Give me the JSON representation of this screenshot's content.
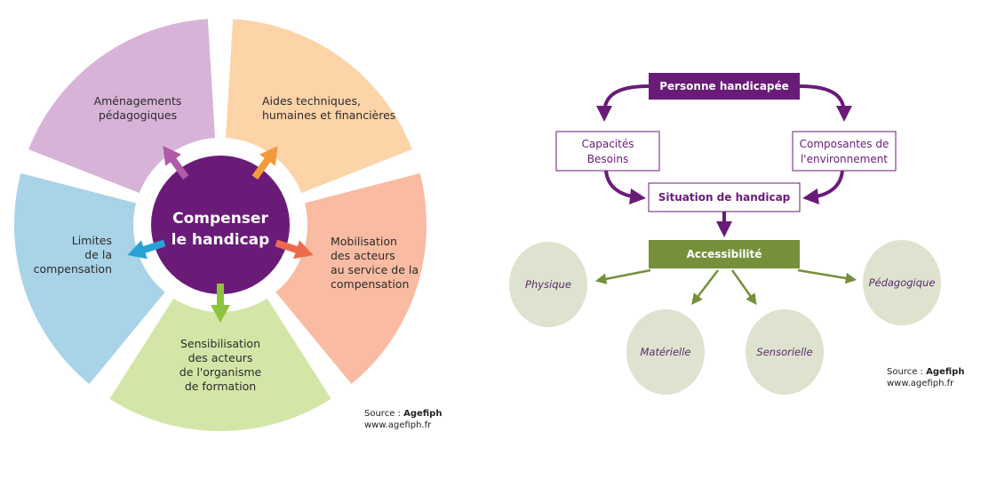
{
  "left_diagram": {
    "center": [
      "Compenser",
      "le handicap"
    ],
    "segments": [
      {
        "id": "amenagements",
        "label": [
          "Aménagements",
          "pédagogiques"
        ],
        "color": "#d8b3d8",
        "arrow_color": "#b05aa8"
      },
      {
        "id": "aides",
        "label": [
          "Aides techniques,",
          "humaines et financières"
        ],
        "color": "#fdd3a8",
        "arrow_color": "#f39a3c"
      },
      {
        "id": "mobilisation",
        "label": [
          "Mobilisation",
          "des acteurs",
          "au service de la",
          "compensation"
        ],
        "color": "#f9bba2",
        "arrow_color": "#ee6a4c"
      },
      {
        "id": "sensibilisation",
        "label": [
          "Sensibilisation",
          "des acteurs",
          "de l'organisme",
          "de formation"
        ],
        "color": "#d3e6a8",
        "arrow_color": "#8dc43e"
      },
      {
        "id": "limites",
        "label": [
          "Limites",
          "de la",
          "compensation"
        ],
        "color": "#a9d3e7",
        "arrow_color": "#26a3d4"
      }
    ],
    "source_prefix": "Source : ",
    "source_name": "Agefiph",
    "source_url": "www.agefiph.fr"
  },
  "right_diagram": {
    "personne": "Personne handicapée",
    "capacites": [
      "Capacités",
      "Besoins"
    ],
    "composantes": [
      "Composantes de",
      "l'environnement"
    ],
    "situation": "Situation de handicap",
    "accessibilite": "Accessibilité",
    "ellipses": [
      "Physique",
      "Matérielle",
      "Sensorielle",
      "Pédagogique"
    ],
    "source_prefix": "Source : ",
    "source_name": "Agefiph",
    "source_url": "www.agefiph.fr"
  },
  "colors": {
    "purple": "#6a1b78",
    "olive": "#76903a",
    "ellipse_fill": "#dde3cf",
    "center_fill": "#6a1b78"
  }
}
